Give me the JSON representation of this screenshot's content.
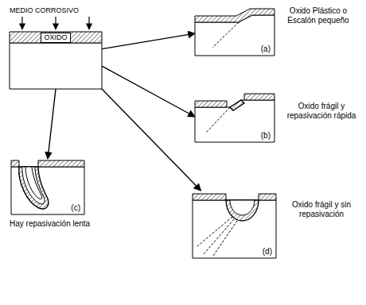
{
  "diagram": {
    "nodes": [
      {
        "text": [
          "OXIDO"
        ]
      },
      {
        "text": [
          "(a)"
        ]
      },
      {
        "text": [
          "(b)"
        ]
      },
      {
        "text": [
          "(c)"
        ]
      },
      {
        "text": [
          "(d)"
        ]
      }
    ],
    "edges": [
      {
        "from": 0,
        "to": 1,
        "arrow": "to"
      },
      {
        "from": 0,
        "to": 2,
        "arrow": "to"
      },
      {
        "from": 0,
        "to": 3,
        "arrow": "to"
      },
      {
        "from": 0,
        "to": 4,
        "arrow": "to"
      }
    ],
    "labels": [
      "MEDIO CORROSIVO",
      "Oxido Plástico o Escalón pequeño",
      "Oxido frágil y repasivación rápida",
      "Hay repasivación lenta",
      "Oxido frágil y sin repasivación"
    ]
  }
}
